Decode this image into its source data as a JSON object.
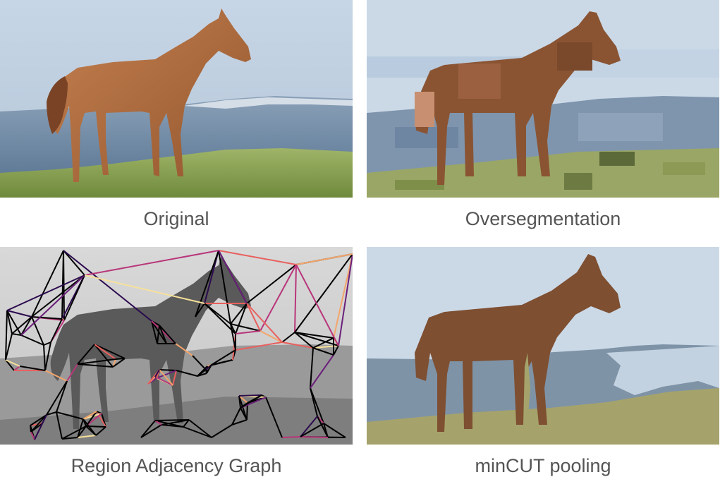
{
  "captions": {
    "original": "Original",
    "oversegmentation": "Oversegmentation",
    "rag": "Region Adjacency Graph",
    "mincut": "minCUT pooling"
  },
  "colors": {
    "sky": "#b9cde0",
    "mountain": "#6f8aa8",
    "grass": "#8aa054",
    "horse": "#a8683c",
    "seg_sky": "#cbd9e7",
    "seg_mountain": "#7d91a6",
    "seg_grass": "#a3a46a",
    "seg_horse": "#7e4f31",
    "graph_edges": [
      "#000000",
      "#2b0a4d",
      "#6b1f7a",
      "#b8367a",
      "#e8605e",
      "#f4a56b",
      "#f7e19a"
    ]
  }
}
